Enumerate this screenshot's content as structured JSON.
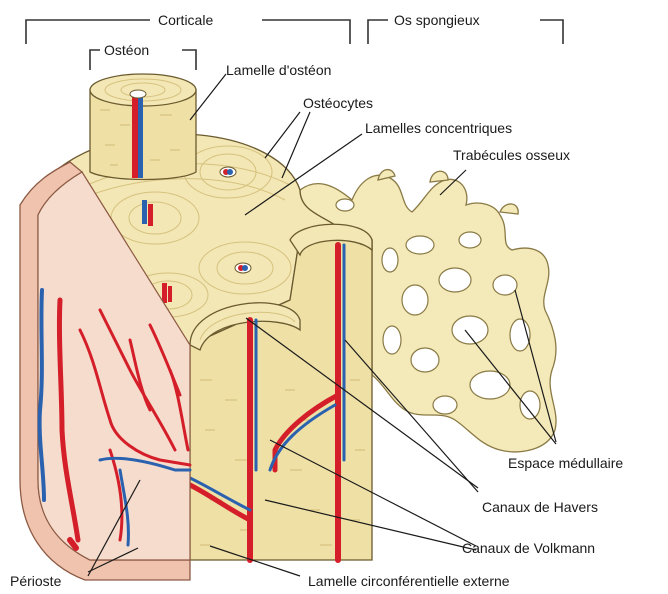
{
  "labels": {
    "corticale": "Corticale",
    "os_spongieux": "Os spongieux",
    "osteon": "Ostéon",
    "lamelle_osteon": "Lamelle d'ostéon",
    "osteocytes": "Ostéocytes",
    "lamelles_concentriques": "Lamelles concentriques",
    "trabecules": "Trabécules osseux",
    "espace_medullaire": "Espace médullaire",
    "canaux_havers": "Canaux de Havers",
    "canaux_volkmann": "Canaux de Volkmann",
    "perioste": "Périoste",
    "lamelle_circ": "Lamelle circonférentielle externe"
  },
  "colors": {
    "bone": "#f3e7b5",
    "artery": "#d41f2a",
    "vein": "#2a62b0",
    "periosteum": "#efc3ad"
  }
}
